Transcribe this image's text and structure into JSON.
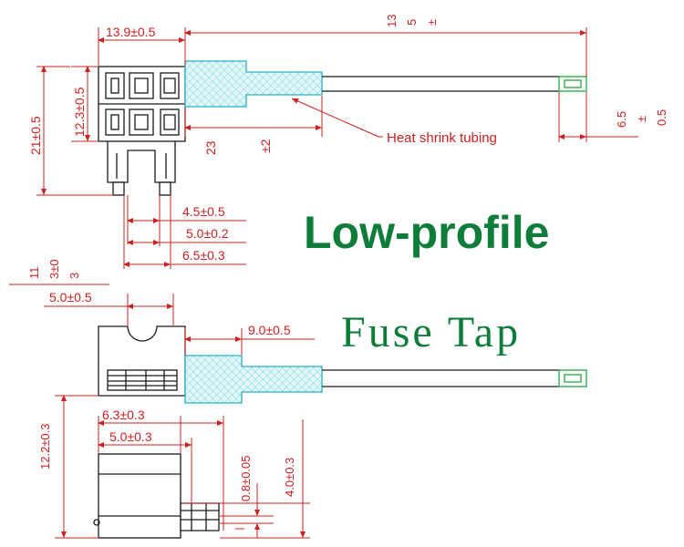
{
  "colors": {
    "dimension": "#d01f1f",
    "title_bold": "#0e7d3a",
    "title_serif": "#0e7d3a",
    "tubing": "#27b3c6",
    "terminal": "#22a640",
    "outline": "#1a1a1a"
  },
  "title": {
    "line1": "Low-profile",
    "line2": "Fuse Tap"
  },
  "callout": {
    "heat_shrink": "Heat shrink tubing"
  },
  "top_view": {
    "width": "13.9±0.5",
    "total_length_a": "13",
    "total_length_b": "5",
    "total_length_c": "±",
    "body_height": "12.3±0.5",
    "overall_height": "21±0.5",
    "tubing_len_a": "23",
    "tubing_len_b": "±2",
    "strip_len_a": "6.5",
    "strip_len_b": "±",
    "strip_len_c": "0.5",
    "blade_width": "4.5±0.5",
    "blade_spacing": "5.0±0.2",
    "blade_span": "6.5±0.3",
    "side_a": "11",
    "side_b": "3±0",
    "side_c": "3"
  },
  "side_view": {
    "notch_width": "5.0±0.5",
    "lead_offset": "9.0±0.5",
    "height": "12.2±0.3"
  },
  "end_view": {
    "width_a": "6.3±0.3",
    "width_b": "5.0±0.3",
    "thickness": "0.8±0.05",
    "height": "4.0±0.3"
  }
}
